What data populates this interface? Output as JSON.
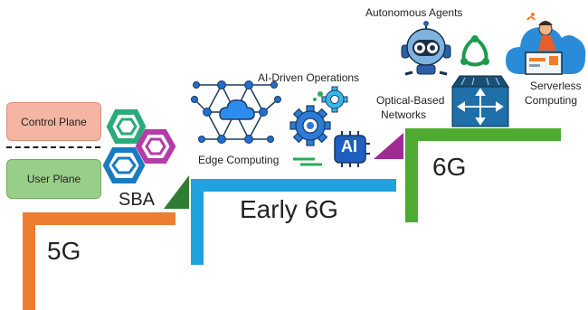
{
  "planes": {
    "control_plane": "Control Plane",
    "user_plane": "User Plane"
  },
  "stages": {
    "g5": "5G",
    "sba": "SBA",
    "early6g": "Early 6G",
    "g6": "6G"
  },
  "features": {
    "edge_computing": "Edge Computing",
    "ai_driven_operations": "AI-Driven Operations",
    "ai_badge": "AI",
    "optical_line1": "Optical-Based",
    "optical_line2": "Networks",
    "autonomous_agents": "Autonomous Agents",
    "serverless_line1": "Serverless",
    "serverless_line2": "Computing"
  },
  "colors": {
    "g5_step": "#ED7D31",
    "early6g_step": "#1FA2DD",
    "g6_step": "#4EAA30",
    "control_plane_fill": "#F5B7A6",
    "user_plane_fill": "#9AD18B"
  }
}
